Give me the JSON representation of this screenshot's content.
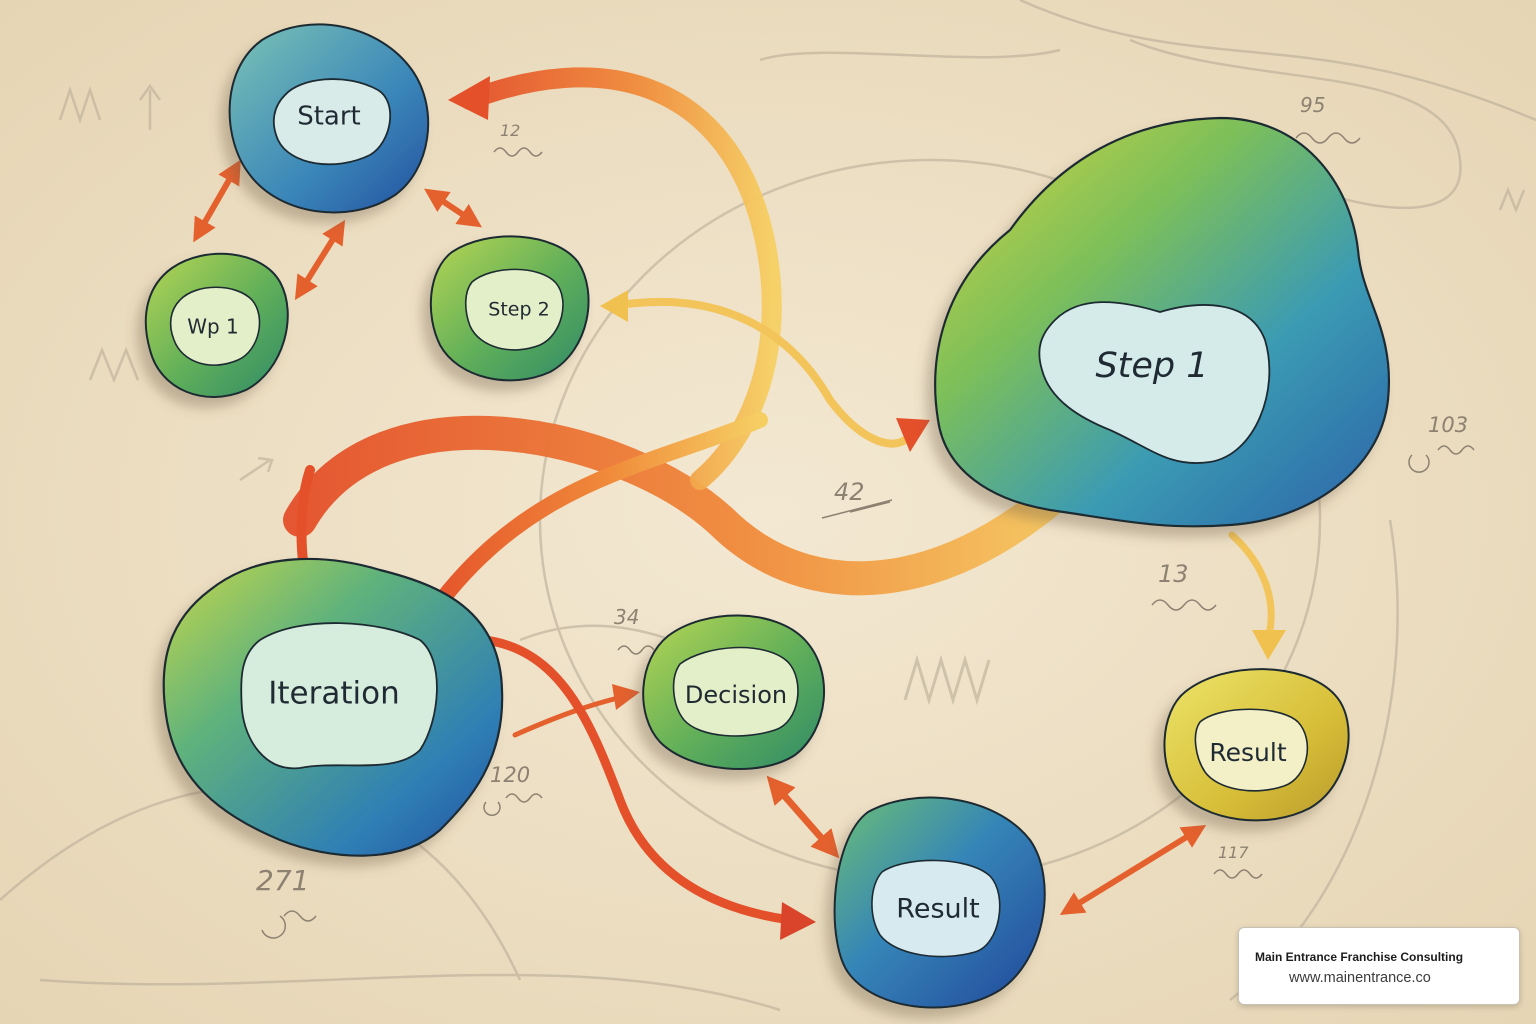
{
  "diagram": {
    "nodes": {
      "start": "Start",
      "wp1": "Wp 1",
      "step2": "Step 2",
      "step1": "Step 1",
      "iteration": "Iteration",
      "decision": "Decision",
      "result_blue": "Result",
      "result_yellow": "Result"
    },
    "annotations": {
      "a12": "12",
      "a42": "42",
      "a34": "34",
      "a120": "120",
      "a271": "271",
      "a13": "13",
      "a103": "103",
      "a117": "117",
      "a95": "95"
    }
  },
  "credit": {
    "name": "Main Entrance Franchise Consulting",
    "url": "www.mainentrance.co"
  },
  "colors": {
    "paper": "#efe3cb",
    "arrow_orange": "#e8622c",
    "arrow_yellow": "#f3c355",
    "blob_blue": "#2f6fb0",
    "blob_green": "#6cae4a",
    "blob_yellow": "#d9c23b"
  }
}
